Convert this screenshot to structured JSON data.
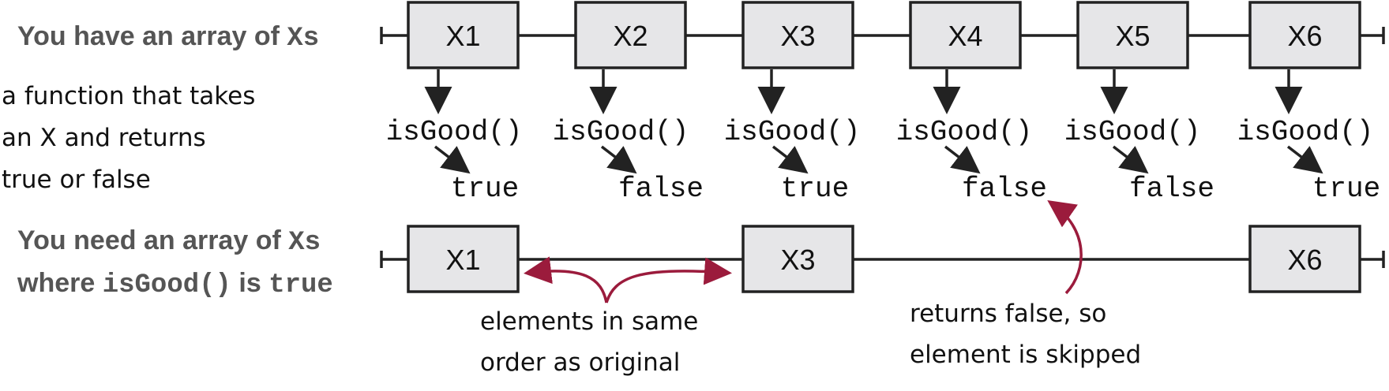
{
  "left_labels": {
    "top_prefix": "You have an array of ",
    "top_code": "Xs",
    "function_lines": [
      "a function that takes",
      "an X and returns",
      "true or false"
    ],
    "bottom_line1_prefix": "You need an array of ",
    "bottom_line1_code": "Xs",
    "bottom_line2_prefix": "where ",
    "bottom_line2_code1": "isGood()",
    "bottom_line2_mid": " is ",
    "bottom_line2_code2": "true"
  },
  "input_items": [
    {
      "label": "X1",
      "call": "isGood()",
      "result": "true"
    },
    {
      "label": "X2",
      "call": "isGood()",
      "result": "false"
    },
    {
      "label": "X3",
      "call": "isGood()",
      "result": "true"
    },
    {
      "label": "X4",
      "call": "isGood()",
      "result": "false"
    },
    {
      "label": "X5",
      "call": "isGood()",
      "result": "false"
    },
    {
      "label": "X6",
      "call": "isGood()",
      "result": "true"
    }
  ],
  "output_items": [
    "X1",
    "X3",
    "X6"
  ],
  "annotations": {
    "order": [
      "elements in same",
      "order as original"
    ],
    "skipped": [
      "returns false, so",
      "element is skipped"
    ]
  },
  "colors": {
    "box_fill": "#e6e6e8",
    "stroke": "#222222",
    "accent": "#9b1b3c",
    "label_gray": "#555555"
  }
}
